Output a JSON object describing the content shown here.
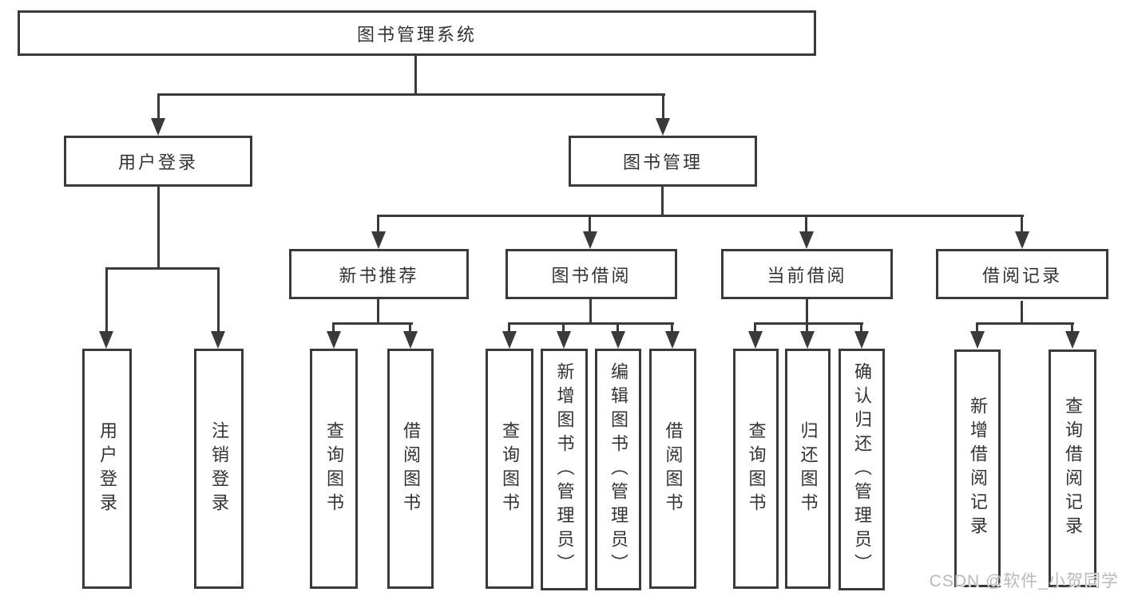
{
  "diagram": {
    "title": "图书管理系统",
    "tree": {
      "label": "图书管理系统",
      "children": [
        {
          "label": "用户登录",
          "children": [
            {
              "label": "用户登录"
            },
            {
              "label": "注销登录"
            }
          ]
        },
        {
          "label": "图书管理",
          "children": [
            {
              "label": "新书推荐",
              "children": [
                {
                  "label": "查询图书"
                },
                {
                  "label": "借阅图书"
                }
              ]
            },
            {
              "label": "图书借阅",
              "children": [
                {
                  "label": "查询图书"
                },
                {
                  "label": "新增图书（管理员）"
                },
                {
                  "label": "编辑图书（管理员）"
                },
                {
                  "label": "借阅图书"
                }
              ]
            },
            {
              "label": "当前借阅",
              "children": [
                {
                  "label": "查询图书"
                },
                {
                  "label": "归还图书"
                },
                {
                  "label": "确认归还（管理员）"
                }
              ]
            },
            {
              "label": "借阅记录",
              "children": [
                {
                  "label": "新增借阅记录"
                },
                {
                  "label": "查询借阅记录"
                }
              ]
            }
          ]
        }
      ]
    }
  },
  "watermark": {
    "text": "CSDN @软件_小贺同学"
  },
  "colors": {
    "line": "#3a3a3a",
    "text": "#333333",
    "background": "#ffffff",
    "watermark": "#b9b9b9"
  }
}
